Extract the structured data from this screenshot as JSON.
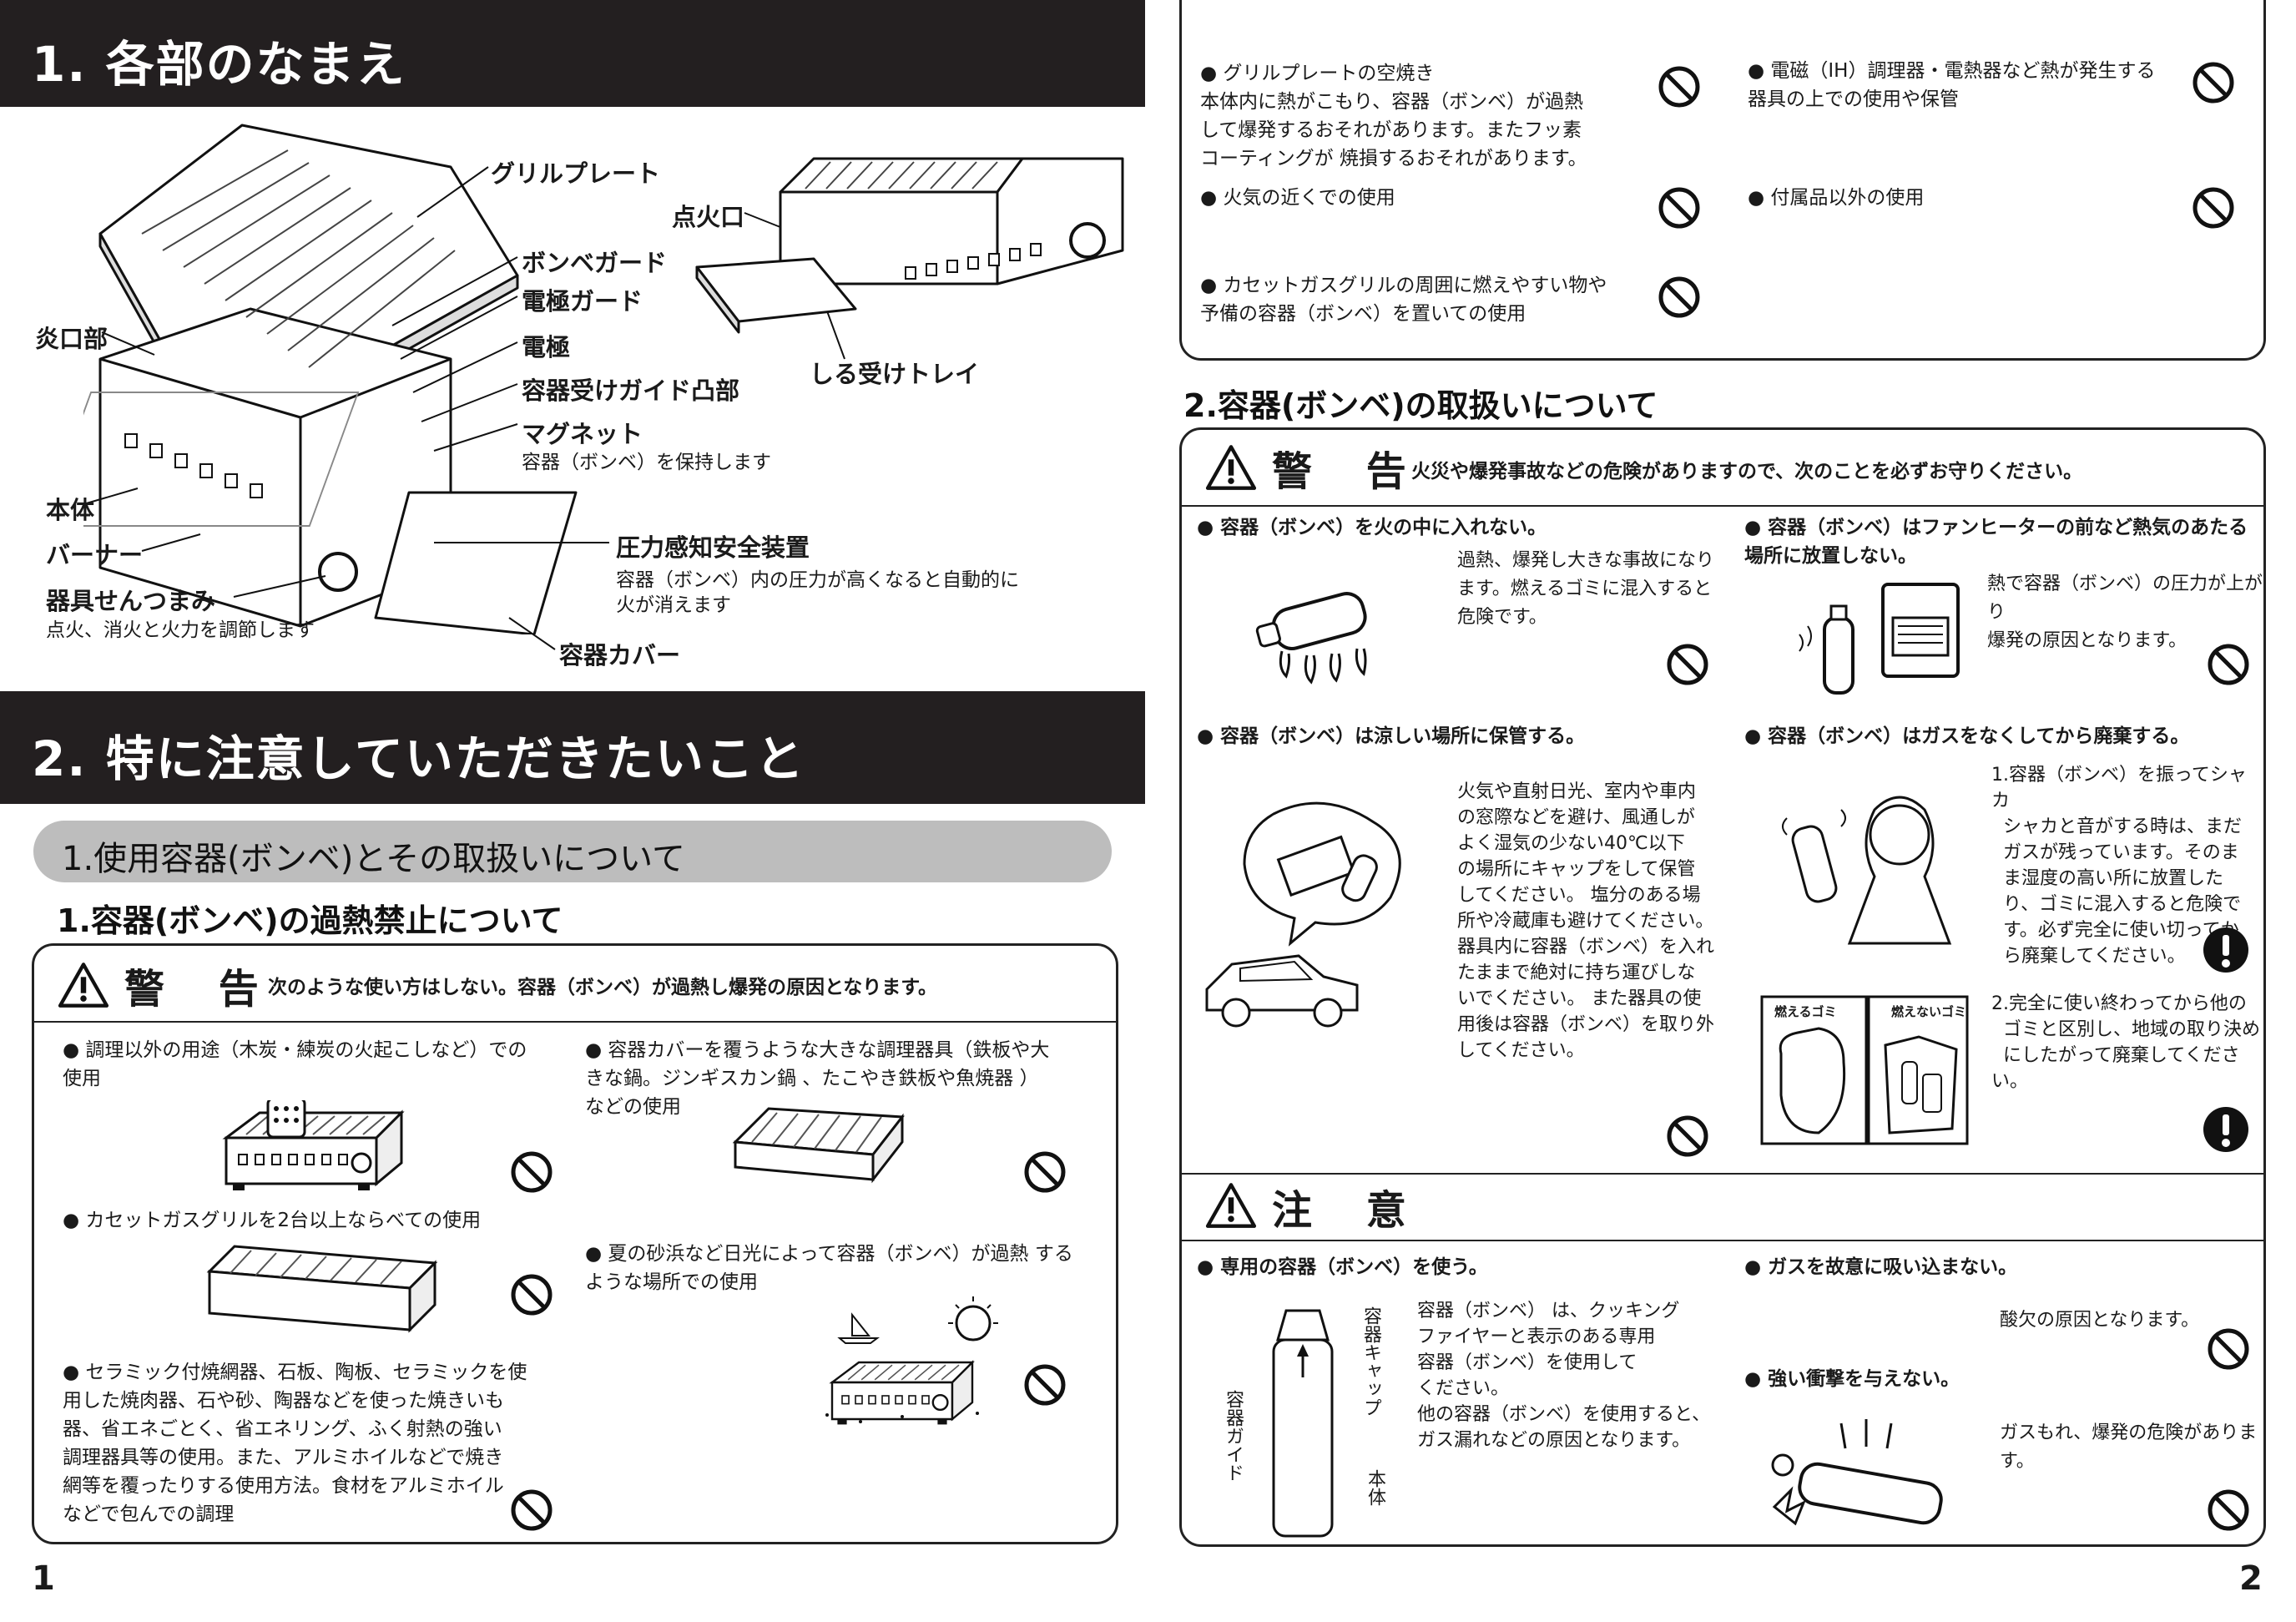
{
  "page1": {
    "section1_title": "1. 各部のなまえ",
    "parts": {
      "grill_plate": "グリルプレート",
      "ignition_port": "点火口",
      "bombe_guard": "ボンベガード",
      "electrode_guard": "電極ガード",
      "burner_port": "炎口部",
      "electrode": "電極",
      "drip_tray": "しる受けトレイ",
      "guide_bump": "容器受けガイド凸部",
      "magnet": "マグネット",
      "magnet_desc": "容器（ボンベ）を保持します",
      "body": "本体",
      "burner": "バーナー",
      "pressure_device": "圧力感知安全装置",
      "pressure_desc_1": "容器（ボンベ）内の圧力が高くなると自動的に",
      "pressure_desc_2": "火が消えます",
      "knob": "器具せんつまみ",
      "knob_desc": "点火、消火と火力を調節します",
      "cover": "容器カバー"
    },
    "section2_title": "2. 特に注意していただきたいこと",
    "pill_title": "1.使用容器(ボンベ)とその取扱いについて",
    "sub_title": "1.容器(ボンベ)の過熱禁止について",
    "warning_label": "警 告",
    "warning_note": "次のような使い方はしない。容器（ボンベ）が過熱し爆発の原因となります。",
    "items_left": [
      "調理以外の用途（木炭・練炭の火起こしなど）での\n使用",
      "カセットガスグリルを2台以上ならべての使用",
      "セラミック付焼網器、石板、陶板、セラミックを使\n用した焼肉器、石や砂、陶器などを使った焼きいも\n器、省エネごとく、省エネリング、ふく射熱の強い\n調理器具等の使用。また、アルミホイルなどで焼き\n網等を覆ったりする使用方法。食材をアルミホイル\nなどで包んでの調理"
    ],
    "items_right": [
      "容器カバーを覆うような大きな調理器具（鉄板や大\nきな鍋。ジンギスカン鍋 、たこやき鉄板や魚焼器 ）\nなどの使用",
      "夏の砂浜など日光によって容器（ボンベ）が過熱 する\nような場所での使用"
    ],
    "page_number": "1"
  },
  "page2": {
    "top_items": [
      "グリルプレートの空焼き\n本体内に熱がこもり、容器（ボンベ）が過熱\nして爆発するおそれがあります。またフッ素\nコーティングが 焼損するおそれがあります。",
      "電磁（IH）調理器・電熱器など熱が発生する\n器具の上での使用や保管",
      "火気の近くでの使用",
      "付属品以外の使用",
      "カセットガスグリルの周囲に燃えやすい物や\n予備の容器（ボンベ）を置いての使用"
    ],
    "section_title": "2.容器(ボンベ)の取扱いについて",
    "warning_label": "警 告",
    "warning_note": "火災や爆発事故などの危険がありますので、次のことを必ずお守りください。",
    "w1_head": "容器（ボンベ）を火の中に入れない。",
    "w1_text": "過熱、爆発し大きな事故になり\nます。燃えるゴミに混入すると\n危険です。",
    "w2_head": "容器（ボンベ）はファンヒーターの前など熱気のあたる\n場所に放置しない。",
    "w2_text": "熱で容器（ボンベ）の圧力が上がり\n爆発の原因となります。",
    "w3_head": "容器（ボンベ）は涼しい場所に保管する。",
    "w3_text": "火気や直射日光、室内や車内\nの窓際などを避け、風通しが\nよく湿気の少ない40℃以下\nの場所にキャップをして保管\nしてください。 塩分のある場\n所や冷蔵庫も避けてください。\n器具内に容器（ボンベ）を入れ\nたままで絶対に持ち運びしな\nいでください。 また器具の使\n用後は容器（ボンベ）を取り外\nしてください。",
    "w4_head": "容器（ボンベ）はガスをなくしてから廃棄する。",
    "w4_text1": "1.容器（ボンベ）を振ってシャカ\n  シャカと音がする時は、まだ\n  ガスが残っています。そのま\n  ま湿度の高い所に放置した\n  り、ゴミに混入すると危険で\n  す。必ず完全に使い切ってか\n  ら廃棄してください。",
    "w4_text2": "2.完全に使い終わってから他の\n  ゴミと区別し、地域の取り決め\n  にしたがって廃棄してください。",
    "trash_burnable": "燃えるゴミ",
    "trash_nonburnable": "燃えないゴミ",
    "caution_label": "注 意",
    "c1_head": "専用の容器（ボンベ）を使う。",
    "c1_text": "容器（ボンベ） は、クッキング\nファイヤーと表示のある専用\n容器（ボンベ）を使用して\nください。\n他の容器（ボンベ）を使用すると、\nガス漏れなどの原因となります。",
    "can_cap": "容器キャップ",
    "can_guide": "容器ガイド",
    "can_body": "本体",
    "c2_head": "ガスを故意に吸い込まない。",
    "c2_text": "酸欠の原因となります。",
    "c3_head": "強い衝撃を与えない。",
    "c3_text": "ガスもれ、爆発の危険があります。",
    "page_number": "2"
  }
}
